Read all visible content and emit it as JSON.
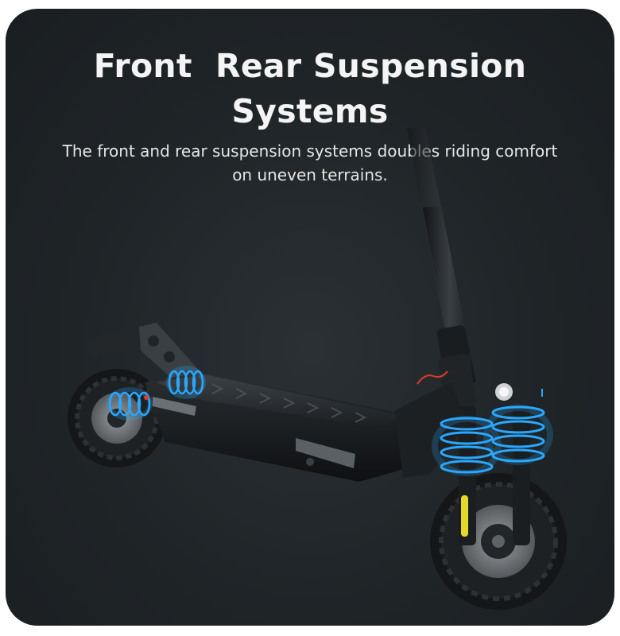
{
  "header": {
    "title_line1": "Front  Rear Suspension",
    "title_line2": "Systems",
    "subtitle": "The front and rear suspension systems doubles riding comfort on uneven terrains."
  },
  "colors": {
    "background": "#1f2427",
    "text": "#f4f4f4",
    "suspension_glow": "#29a8ff",
    "accent_yellow": "#e6d82a",
    "accent_red": "#e03a2a"
  },
  "icons": [
    "electric-scooter-image",
    "front-suspension-glow-rings",
    "rear-suspension-glow-rings"
  ]
}
